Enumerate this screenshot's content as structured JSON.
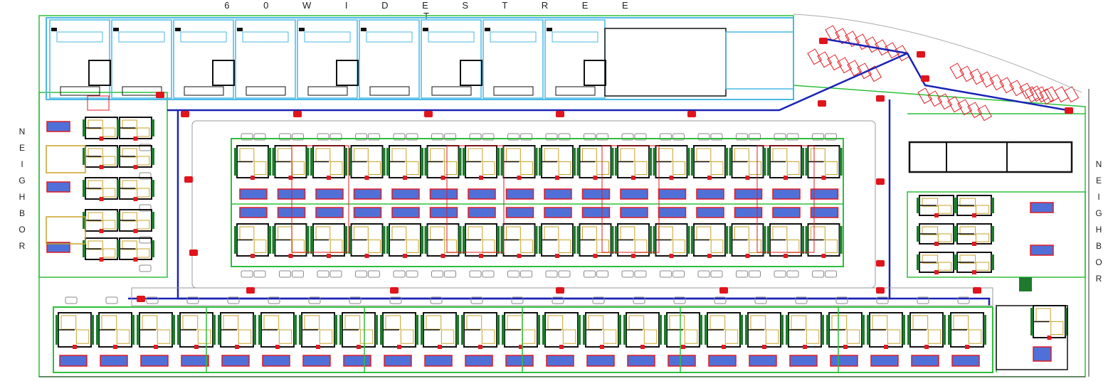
{
  "labels": {
    "top_street": "6 0   W I D E   S T R E E T",
    "left_neighbor": "NEIGHBOR",
    "right_neighbor": "NEIGHBOR"
  },
  "colors": {
    "site_boundary": "#2dbf3a",
    "road": "#1a23b5",
    "wall": "#111111",
    "shop_blue": "#49b9e6",
    "fire_point": "#e0141c",
    "furniture": "#c9a227",
    "planting": "#1f7a2e",
    "parking": "#e11b22",
    "pool": "#5070d8"
  },
  "legend_icons": [
    "fire-hydrant-icon",
    "car-icon",
    "bed-icon",
    "tree-icon",
    "solar-panel-icon"
  ]
}
